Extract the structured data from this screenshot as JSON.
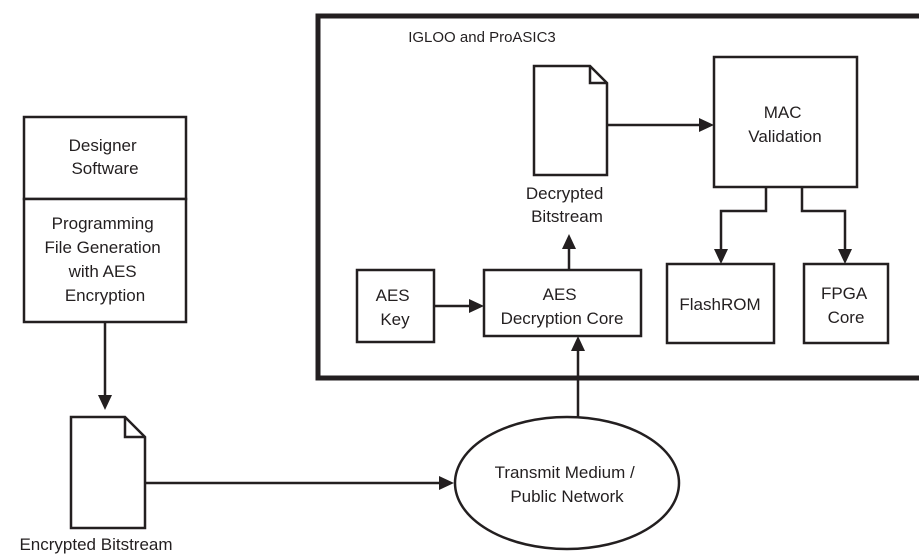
{
  "device": {
    "title": "IGLOO and ProASIC3"
  },
  "designer_software": {
    "lines": [
      "Designer",
      "Software"
    ]
  },
  "programming_file": {
    "lines": [
      "Programming",
      "File Generation",
      "with AES",
      "Encryption"
    ]
  },
  "encrypted_bitstream": {
    "label": "Encrypted Bitstream"
  },
  "transmit_medium": {
    "lines": [
      "Transmit Medium /",
      "Public Network"
    ]
  },
  "aes_key": {
    "lines": [
      "AES",
      "Key"
    ]
  },
  "aes_decryption_core": {
    "lines": [
      "AES",
      "Decryption Core"
    ]
  },
  "decrypted_bitstream": {
    "lines": [
      "Decrypted",
      "Bitstream"
    ]
  },
  "mac_validation": {
    "lines": [
      "MAC",
      "Validation"
    ]
  },
  "flashrom": {
    "lines": [
      "FlashROM"
    ]
  },
  "fpga_core": {
    "lines": [
      "FPGA",
      "Core"
    ]
  }
}
